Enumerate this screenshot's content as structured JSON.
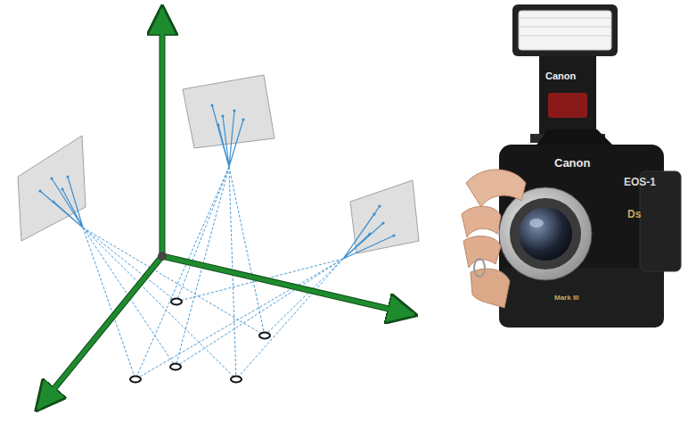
{
  "diagram": {
    "labels": [
      "Canon",
      "Canon",
      "EOS-1",
      "Ds",
      "Mark III"
    ]
  }
}
